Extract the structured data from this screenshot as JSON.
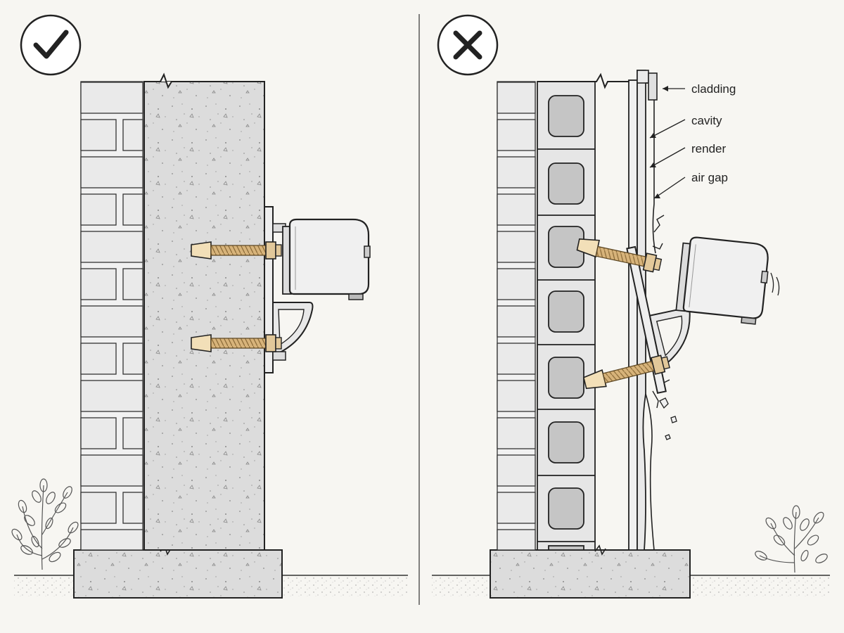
{
  "panels": [
    {
      "id": "correct",
      "status": "correct",
      "icon": "check-icon",
      "wall": "solid brick and concrete wall",
      "anchors": 2,
      "outcome": "bracket fixed firmly"
    },
    {
      "id": "incorrect",
      "status": "incorrect",
      "icon": "cross-icon",
      "wall": "hollow block wall with cladding",
      "anchors": 2,
      "outcome": "anchors pull out, render cracks, unit tilts"
    }
  ],
  "labels": {
    "cladding": "cladding",
    "cavity": "cavity",
    "render": "render",
    "air_gap": "air gap"
  },
  "colors": {
    "ink": "#222222",
    "brick": "#eaeaea",
    "concrete": "#dcdcdc",
    "block_core": "#c5c5c5",
    "anchor": "#e2c89a",
    "background": "#f7f6f2"
  }
}
